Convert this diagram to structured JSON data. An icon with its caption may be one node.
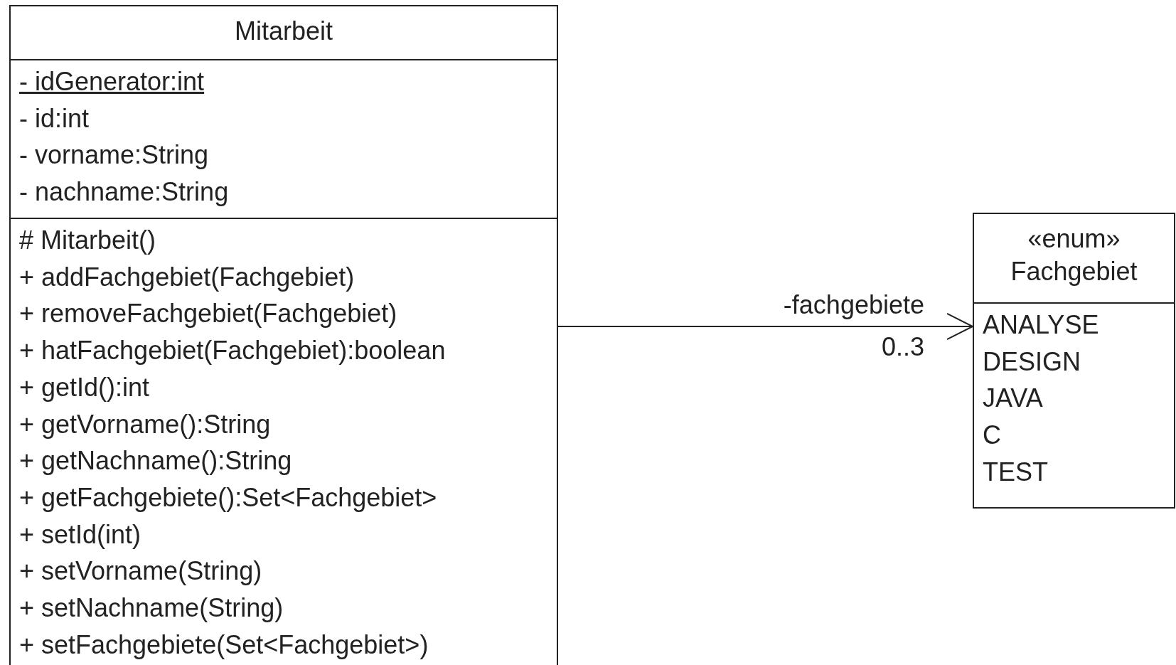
{
  "diagram": {
    "nodes": [
      {
        "text": [
          "Mitarbeit"
        ]
      },
      {
        "text": [
          "- idGenerator:int",
          "- id:int",
          "- vorname:String",
          "- nachname:String"
        ],
        "in": 0
      },
      {
        "text": [
          "# Mitarbeit()",
          "+ addFachgebiet(Fachgebiet)",
          "+ removeFachgebiet(Fachgebiet)",
          "+ hatFachgebiet(Fachgebiet):boolean",
          "+ getId():int",
          "+ getVorname():String",
          "+ getNachname():String",
          "+ getFachgebiete():Set<Fachgebiet>",
          "+ setId(int)",
          "+ setVorname(String)",
          "+ setNachname(String)",
          "+ setFachgebiete(Set<Fachgebiet>)"
        ],
        "in": 0
      },
      {
        "text": [
          "«enum»",
          "Fachgebiet"
        ]
      },
      {
        "text": [
          "ANALYSE",
          "DESIGN",
          "JAVA",
          "C",
          "TEST"
        ],
        "in": 3
      }
    ],
    "edges": [
      {
        "from": 0,
        "to": 3,
        "arrow": "to",
        "label": "-fachgebiete"
      }
    ],
    "labels": [
      "0..3"
    ]
  }
}
